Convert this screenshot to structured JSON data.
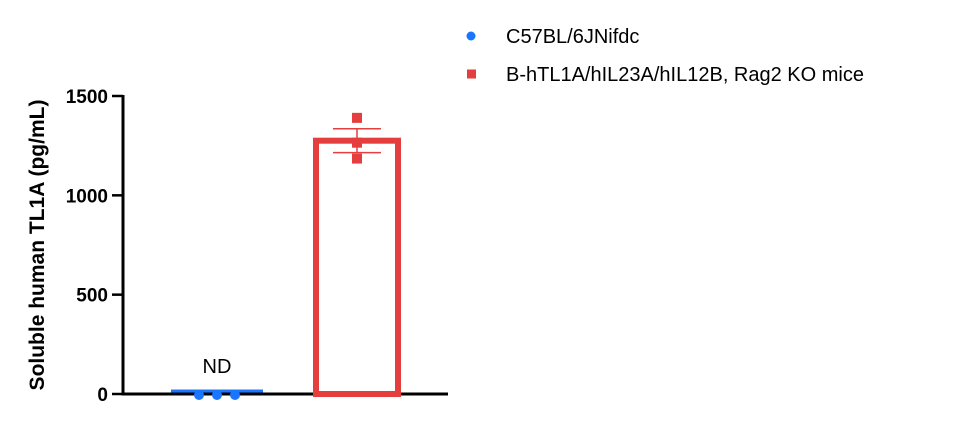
{
  "chart_data": {
    "type": "bar",
    "title": "",
    "xlabel": "",
    "ylabel": "Soluble human TL1A (pg/mL)",
    "ylim": [
      0,
      1500
    ],
    "yticks": [
      0,
      500,
      1000,
      1500
    ],
    "grid": false,
    "legend_position": "top-right",
    "series": [
      {
        "name": "C57BL/6JNifdc",
        "color": "#1a75ff",
        "marker": "circle",
        "mean": 15,
        "sem": 0,
        "points": [
          0,
          0,
          0
        ],
        "annotation": "ND"
      },
      {
        "name": "B-hTL1A/hIL23A/hIL12B, Rag2 KO mice",
        "color": "#e53e3e",
        "marker": "square",
        "mean": 1275,
        "sem": 60,
        "points": [
          1390,
          1265,
          1185
        ],
        "annotation": ""
      }
    ]
  }
}
